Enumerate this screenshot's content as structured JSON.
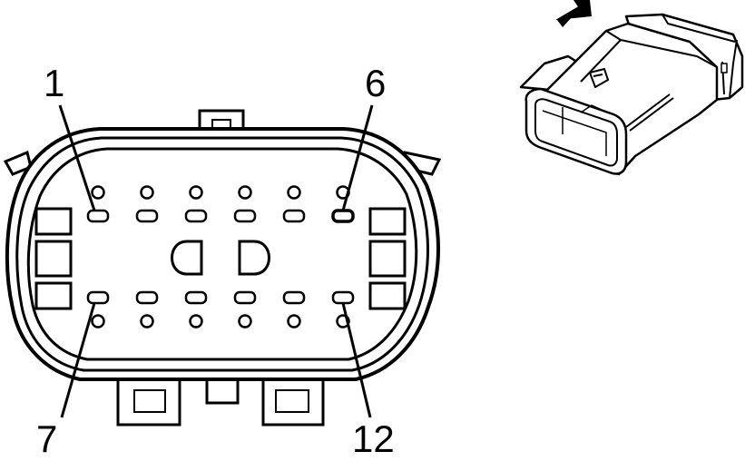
{
  "labels": {
    "pin_top_left": "1",
    "pin_top_right": "6",
    "pin_bottom_left": "7",
    "pin_bottom_right": "12"
  },
  "connector": {
    "pin_rows": 2,
    "pins_per_row": 6,
    "total_pins": 12
  },
  "inset": {
    "arrow_icon": "arrow-up-right-icon",
    "depicts": "connector-3d-view"
  },
  "colors": {
    "line": "#000000",
    "background": "#ffffff"
  }
}
